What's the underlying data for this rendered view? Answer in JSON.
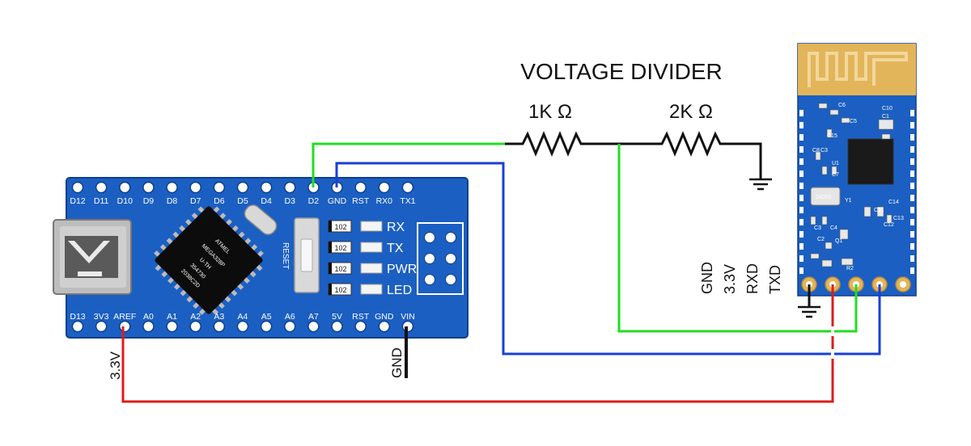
{
  "title": "VOLTAGE DIVIDER",
  "resistors": {
    "r1": "1K Ω",
    "r2": "2K Ω"
  },
  "nano": {
    "top_pins": [
      "D12",
      "D11",
      "D10",
      "D9",
      "D8",
      "D7",
      "D6",
      "D5",
      "D4",
      "D3",
      "D2",
      "GND",
      "RST",
      "RX0",
      "TX1"
    ],
    "bottom_pins": [
      "D13",
      "3V3",
      "AREF",
      "A0",
      "A1",
      "A2",
      "A3",
      "A4",
      "A5",
      "A6",
      "A7",
      "5V",
      "RST",
      "GND",
      "VIN"
    ],
    "leds": [
      "RX",
      "TX",
      "PWR",
      "LED"
    ],
    "led_chip": "102",
    "reset": "RESET",
    "chip_text": [
      "ATMEL",
      "MEGA328P",
      "U-TH",
      "354730",
      "2038C2D"
    ]
  },
  "wire_labels": {
    "v33": "3.3V",
    "gnd": "GND"
  },
  "bt_pins": [
    "GND",
    "3.3V",
    "RXD",
    "TXD"
  ],
  "bt_parts": [
    "C10",
    "C1",
    "C15",
    "C6",
    "C5",
    "C8",
    "C3",
    "U1",
    "C7",
    "Y1",
    "C14",
    "C11",
    "C13",
    "C12",
    "C3",
    "C4",
    "C2",
    "Q1",
    "R2",
    "24000"
  ],
  "colors": {
    "board": "#1b5fc2",
    "wire_green": "#22dd22",
    "wire_blue": "#1a3fd6",
    "wire_red": "#dd1c1c",
    "antenna": "#e3b55a"
  }
}
